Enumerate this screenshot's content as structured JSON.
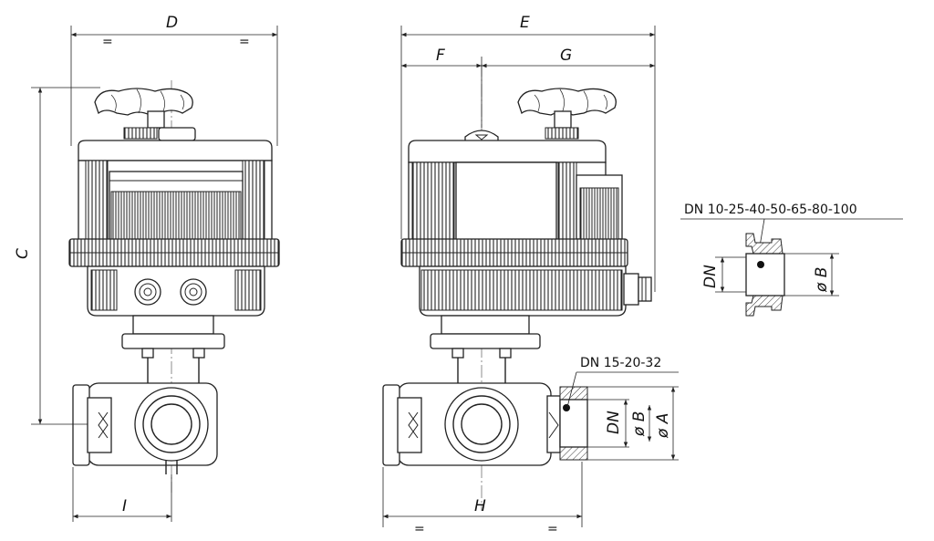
{
  "dimensions": {
    "D": "D",
    "C": "C",
    "I": "I",
    "E": "E",
    "F": "F",
    "G": "G",
    "H": "H",
    "DN": "DN",
    "phiB": "ø B",
    "phiA": "ø A",
    "eq": "="
  },
  "notes": {
    "clamp_sizes": "DN  10-25-40-50-65-80-100",
    "thread_sizes": "DN  15-20-32"
  },
  "colors": {
    "line": "#222222",
    "background": "#ffffff"
  }
}
